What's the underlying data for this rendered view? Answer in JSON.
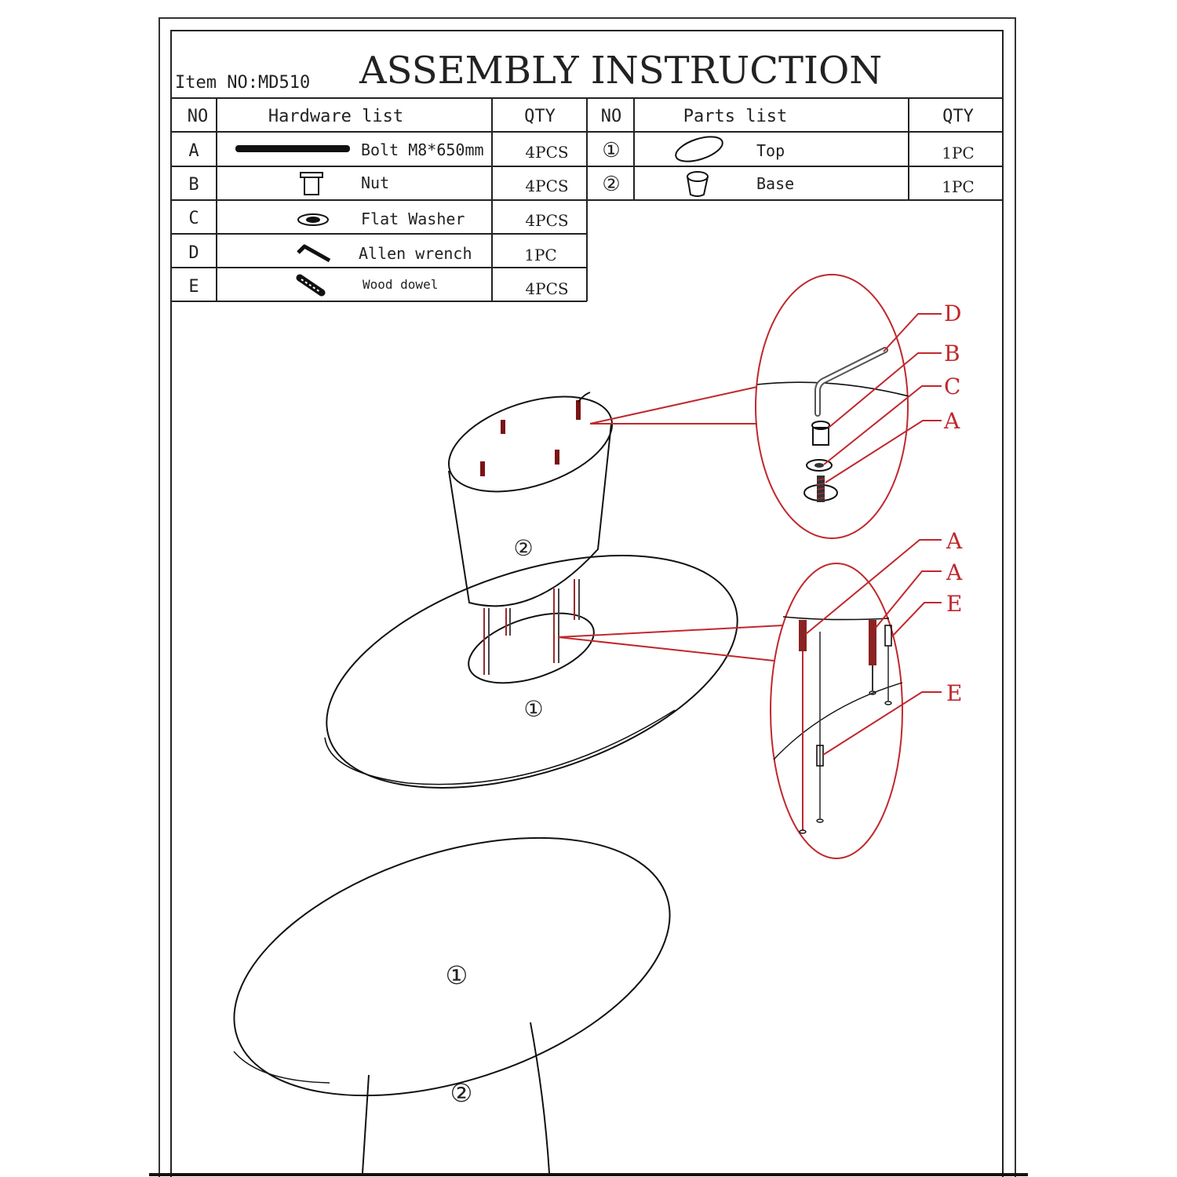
{
  "header": {
    "item_no": "Item NO:MD510",
    "title": "ASSEMBLY INSTRUCTION"
  },
  "hardware_table": {
    "headers": {
      "no": "NO",
      "name": "Hardware list",
      "qty": "QTY"
    },
    "rows": [
      {
        "no": "A",
        "name": "Bolt M8*650mm",
        "qty": "4PCS",
        "icon": "bolt-icon"
      },
      {
        "no": "B",
        "name": "Nut",
        "qty": "4PCS",
        "icon": "nut-icon"
      },
      {
        "no": "C",
        "name": "Flat Washer",
        "qty": "4PCS",
        "icon": "washer-icon"
      },
      {
        "no": "D",
        "name": "Allen wrench",
        "qty": "1PC",
        "icon": "allen-wrench-icon"
      },
      {
        "no": "E",
        "name": "Wood dowel",
        "qty": "4PCS",
        "icon": "wood-dowel-icon"
      }
    ]
  },
  "parts_table": {
    "headers": {
      "no": "NO",
      "name": "Parts list",
      "qty": "QTY"
    },
    "rows": [
      {
        "no": "①",
        "name": "Top",
        "qty": "1PC",
        "icon": "tabletop-icon"
      },
      {
        "no": "②",
        "name": "Base",
        "qty": "1PC",
        "icon": "base-icon"
      }
    ]
  },
  "diagram": {
    "part_top": "①",
    "part_base": "②",
    "detail_upper_callouts": [
      "D",
      "B",
      "C",
      "A"
    ],
    "detail_lower_callouts": [
      "A",
      "A",
      "E",
      "E"
    ],
    "accent_color": "#c0282d",
    "line_color": "#111111"
  }
}
